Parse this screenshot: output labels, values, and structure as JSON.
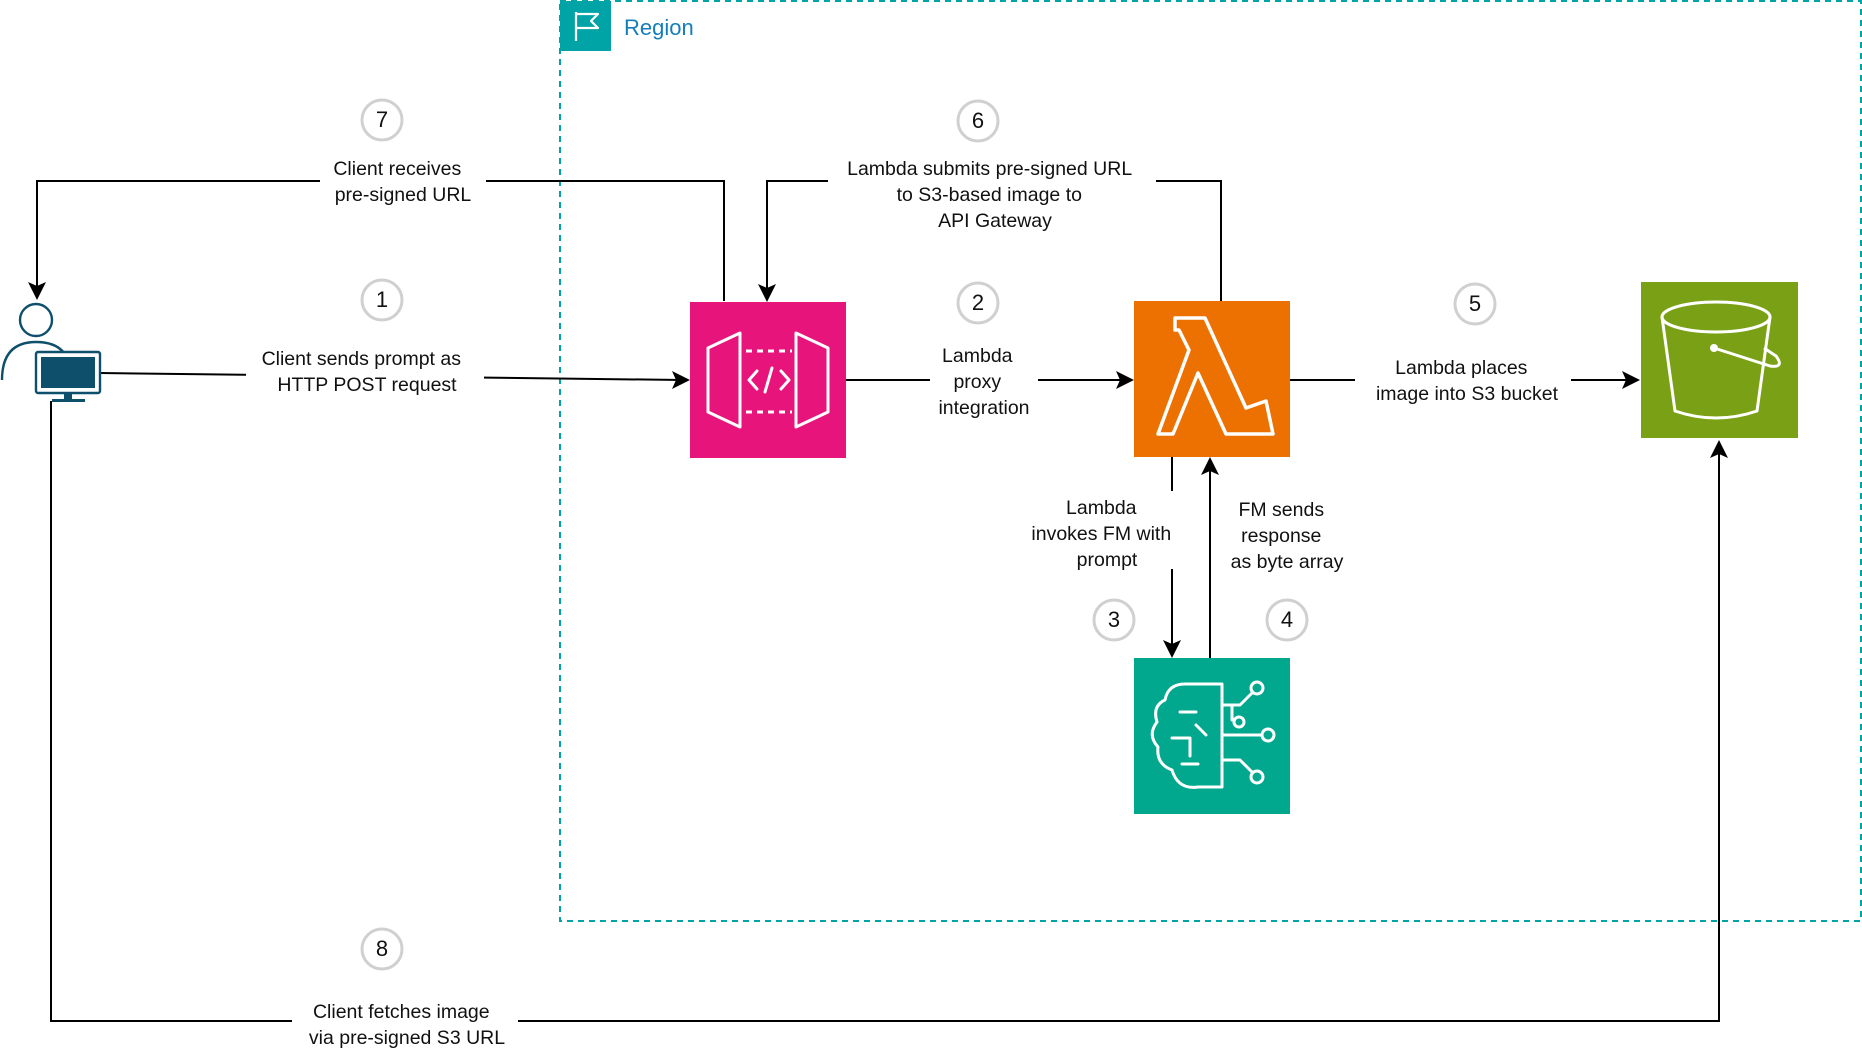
{
  "region": {
    "label": "Region",
    "flag_icon": "region-flag-icon",
    "border_color": "#00a4a6",
    "flag_bg": "#00a4a6"
  },
  "nodes": {
    "client": {
      "icon": "client-user-desktop-icon",
      "color": "#0e4f6b"
    },
    "api_gateway": {
      "icon": "api-gateway-icon",
      "color": "#e7157b"
    },
    "lambda": {
      "icon": "lambda-icon",
      "color": "#ed7100"
    },
    "bedrock": {
      "icon": "bedrock-foundation-model-icon",
      "color": "#01a88d"
    },
    "s3": {
      "icon": "s3-bucket-icon",
      "color": "#7aa116"
    }
  },
  "steps": [
    {
      "num": "1",
      "lines": [
        "Client sends prompt as",
        "HTTP POST request"
      ]
    },
    {
      "num": "2",
      "lines": [
        "Lambda",
        "proxy",
        "integration"
      ]
    },
    {
      "num": "3",
      "lines": [
        "Lambda",
        "invokes FM with",
        "prompt"
      ]
    },
    {
      "num": "4",
      "lines": [
        "FM sends",
        "response",
        "as byte array"
      ]
    },
    {
      "num": "5",
      "lines": [
        "Lambda places",
        "image into S3 bucket"
      ]
    },
    {
      "num": "6",
      "lines": [
        "Lambda submits pre-signed URL",
        "to S3-based image to",
        "API Gateway"
      ]
    },
    {
      "num": "7",
      "lines": [
        "Client receives",
        "pre-signed URL"
      ]
    },
    {
      "num": "8",
      "lines": [
        "Client fetches image",
        "via pre-signed S3 URL"
      ]
    }
  ]
}
